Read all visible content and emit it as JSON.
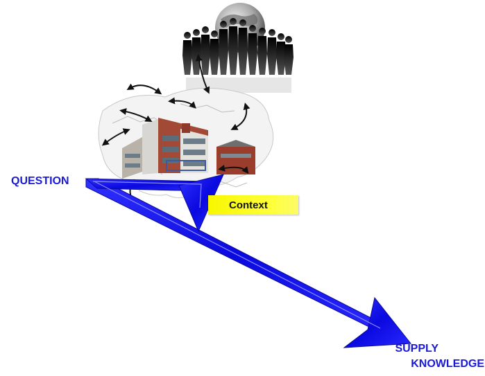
{
  "labels": {
    "question": "QUESTION",
    "context": "Context",
    "supply": "SUPPLY",
    "knowledge": "KNOWLEDGE"
  },
  "icons": {
    "globe": "globe-icon",
    "people": "business-people-silhouette",
    "world_map": "world-map-outline",
    "school": "school-building-photo"
  },
  "colors": {
    "arrow": "#1a1ad6",
    "label_text": "#1a1ad6",
    "context_box": "#ffff22"
  }
}
